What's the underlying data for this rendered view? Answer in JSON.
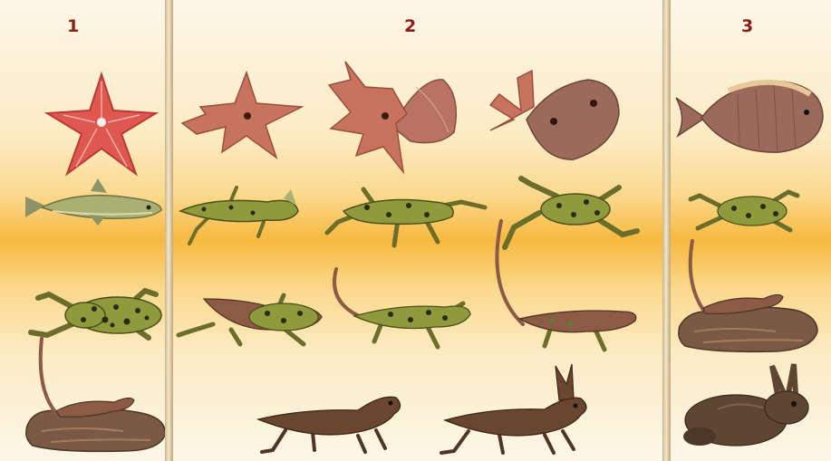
{
  "panels": [
    {
      "number": "1"
    },
    {
      "number": "2"
    },
    {
      "number": "3"
    }
  ],
  "colors": {
    "starfish": "#e0574f",
    "starfish_morph": "#c8735e",
    "fish_brown": "#9b6a5c",
    "fish_green": "#a8b072",
    "frog_green": "#8f9a3c",
    "frog_spots": "#2d2a14",
    "lizard_brown": "#8c5a45",
    "rock": "#7a5a44",
    "rabbit": "#5e4632",
    "number_text": "#8a1f18"
  }
}
